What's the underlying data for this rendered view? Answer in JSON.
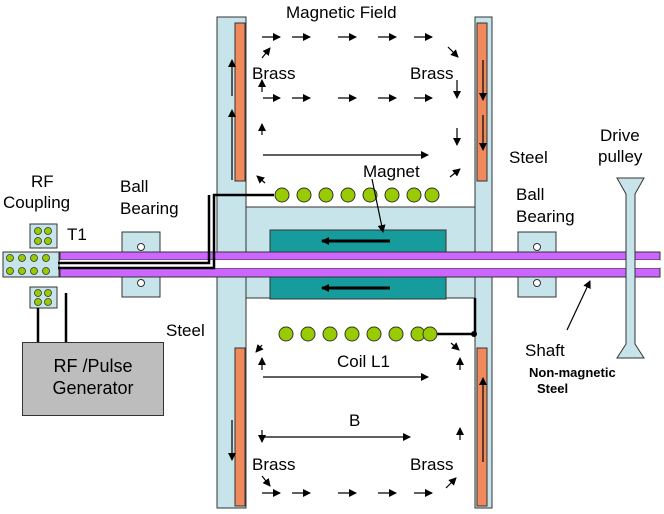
{
  "labels": {
    "magnetic_field": "Magnetic Field",
    "brass_top_left": "Brass",
    "brass_top_right": "Brass",
    "magnet": "Magnet",
    "steel_right": "Steel",
    "drive_pulley_1": "Drive",
    "drive_pulley_2": "pulley",
    "rf_coupling_1": "RF",
    "rf_coupling_2": "Coupling",
    "t1": "T1",
    "ball_bearing_left_1": "Ball",
    "ball_bearing_left_2": "Bearing",
    "ball_bearing_right_1": "Ball",
    "ball_bearing_right_2": "Bearing",
    "steel_left": "Steel",
    "coil": "Coil L1",
    "shaft": "Shaft",
    "non_magnetic_1": "Non-magnetic",
    "non_magnetic_2": "Steel",
    "b_field": "B",
    "brass_bottom_left": "Brass",
    "brass_bottom_right": "Brass",
    "generator_1": "RF /Pulse",
    "generator_2": "Generator"
  },
  "colors": {
    "steel": "#c6e4ea",
    "brass": "#f08a5d",
    "magnet": "#169c9c",
    "shaft": "#cc66ff",
    "coil": "#99cc00",
    "generator": "#bdbdbd"
  }
}
